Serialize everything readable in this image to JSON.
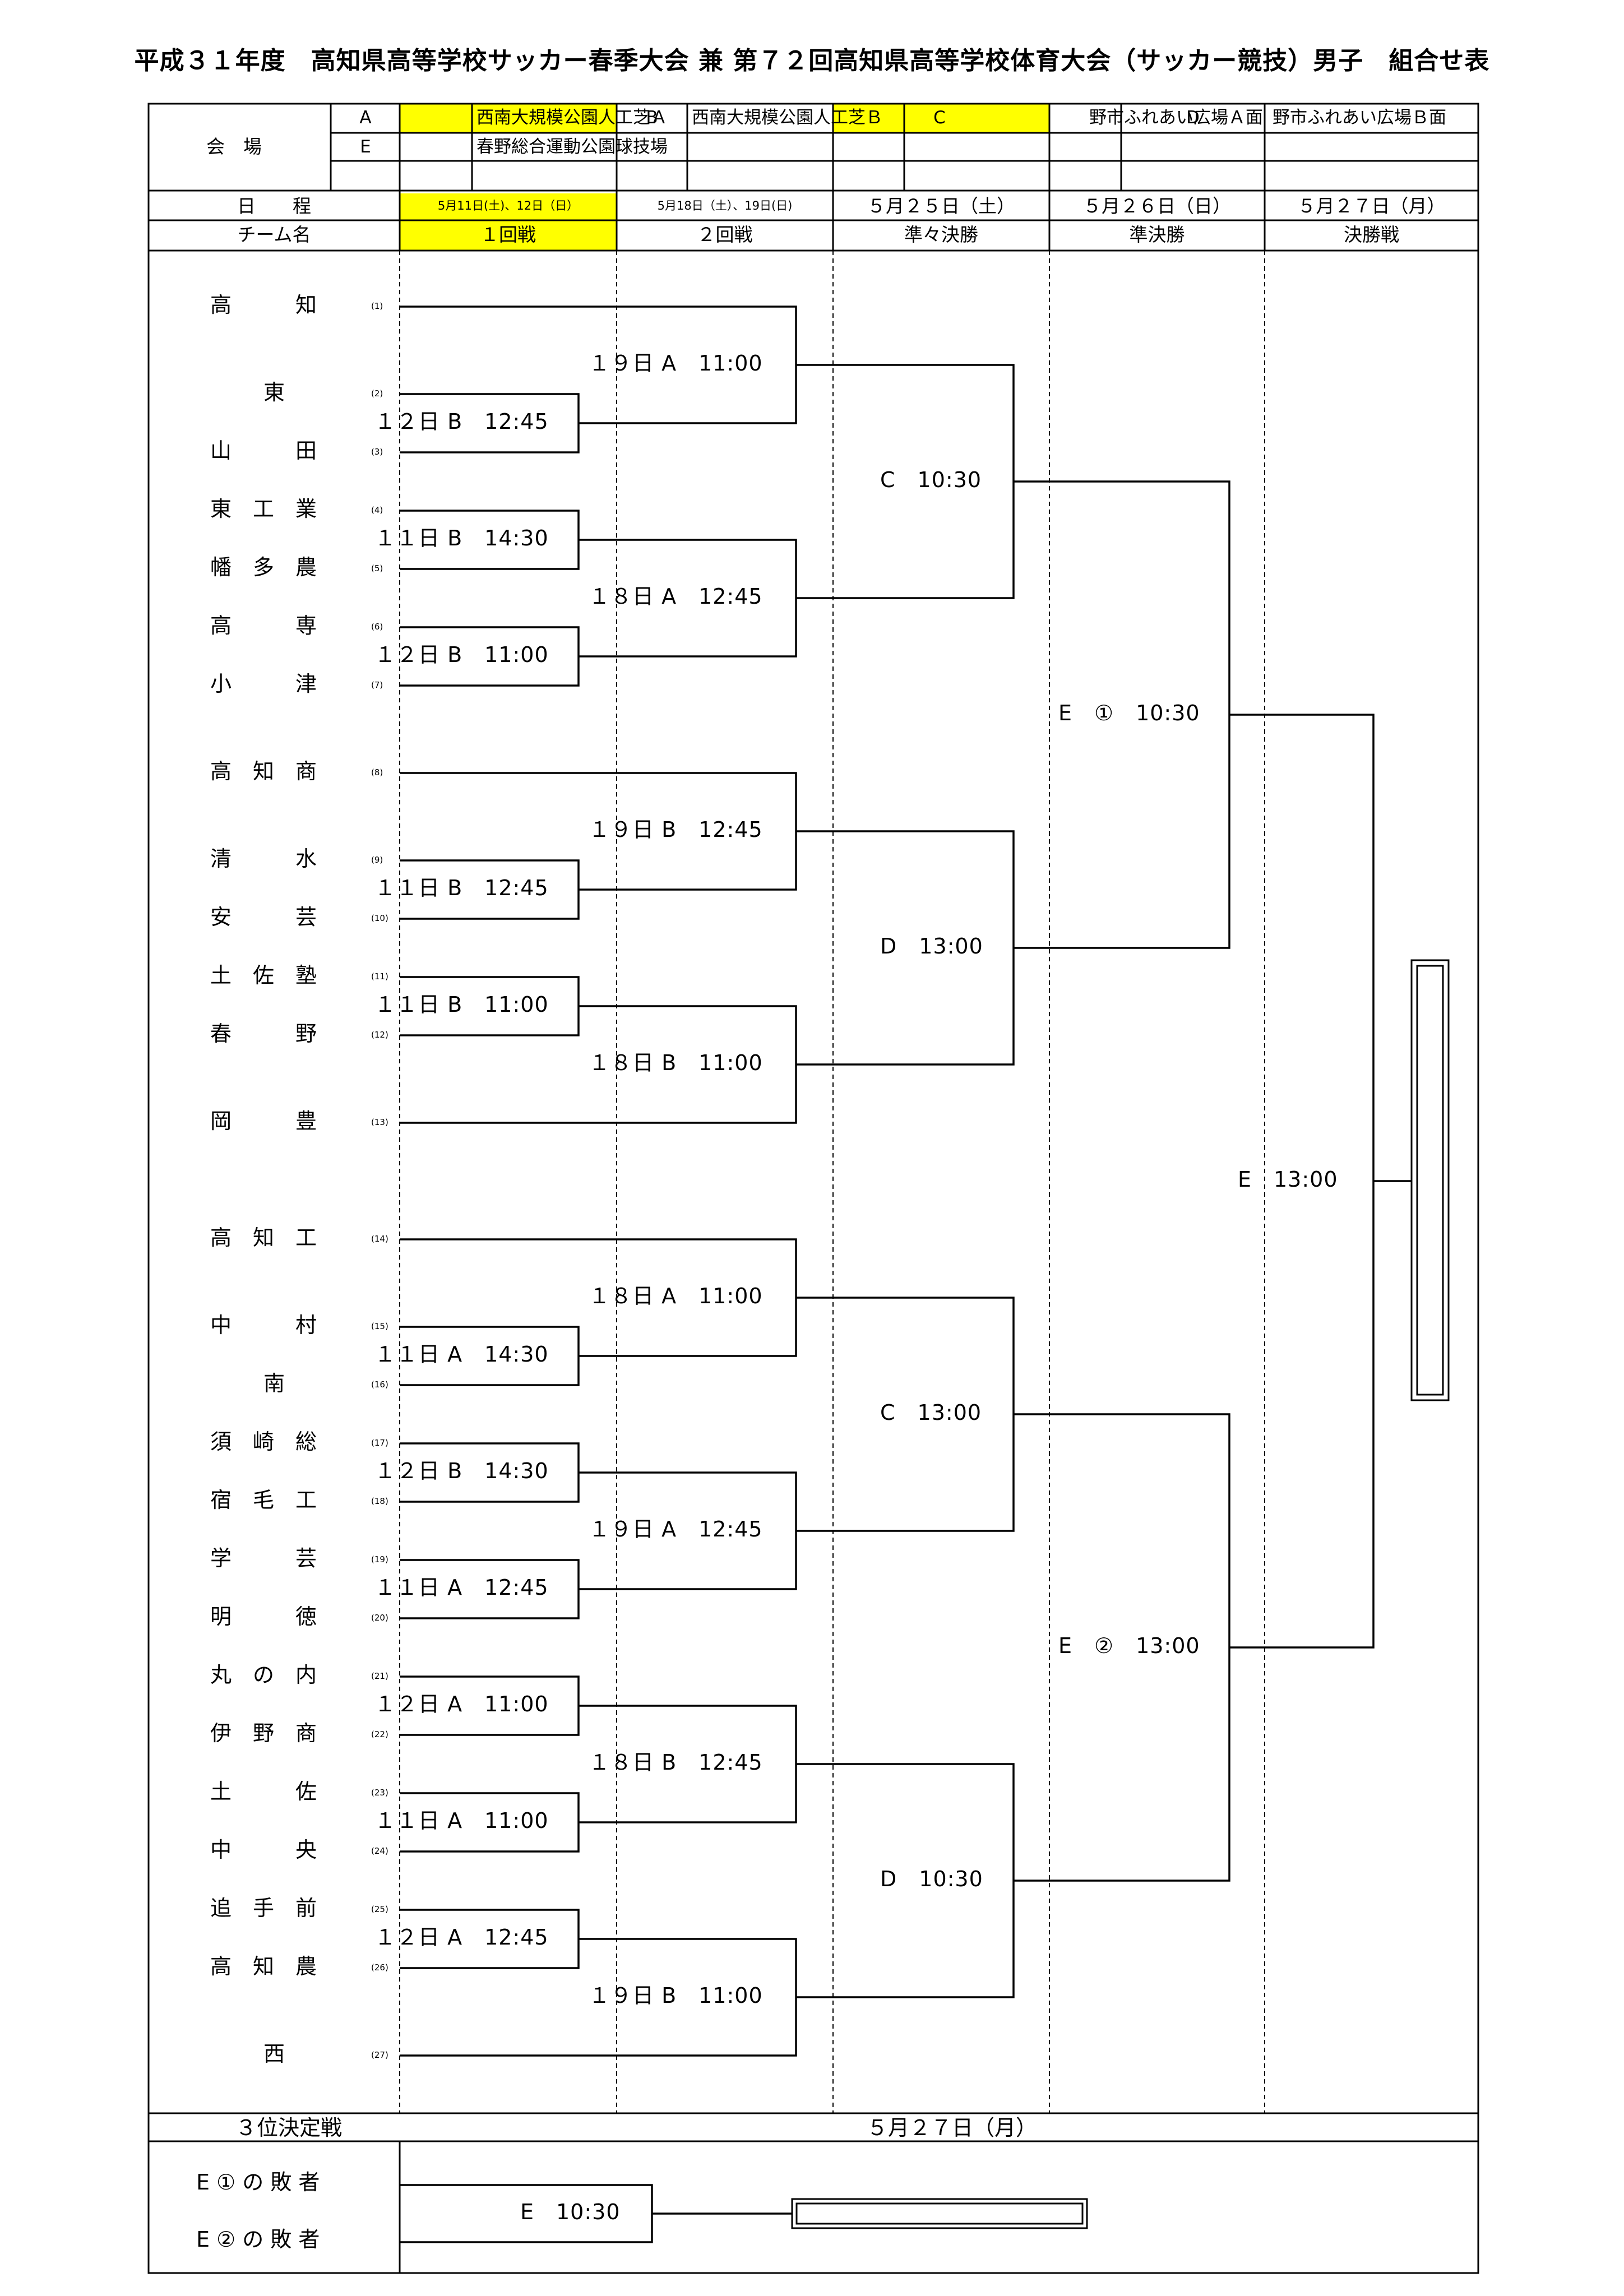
{
  "title": "平成３１年度　高知県高等学校サッカー春季大会 兼 第７２回高知県高等学校体育大会（サッカー競技）男子　組合せ表",
  "venue_label": "会　場",
  "venues": [
    {
      "code": "A",
      "name": "西南大規模公園人工芝Ａ"
    },
    {
      "code": "B",
      "name": "西南大規模公園人工芝Ｂ"
    },
    {
      "code": "C",
      "name": "野市ふれあい広場Ａ面"
    },
    {
      "code": "D",
      "name": "野市ふれあい広場Ｂ面"
    },
    {
      "code": "E",
      "name": "春野総合運動公園球技場"
    }
  ],
  "schedule_label": "日　　程",
  "team_label": "チーム名",
  "rounds": [
    {
      "date": "5月11日(土)、12日（日）",
      "name": "１回戦"
    },
    {
      "date": "5月18日（土）、19日(日)",
      "name": "２回戦"
    },
    {
      "date": "５月２５日（土）",
      "name": "準々決勝"
    },
    {
      "date": "５月２６日（日）",
      "name": "準決勝"
    },
    {
      "date": "５月２７日（月）",
      "name": "決勝戦"
    }
  ],
  "teams": [
    {
      "no": "(1)",
      "name": "高　　　知"
    },
    {
      "no": "(2)",
      "name": "東"
    },
    {
      "no": "(3)",
      "name": "山　　　田"
    },
    {
      "no": "(4)",
      "name": "東　工　業"
    },
    {
      "no": "(5)",
      "name": "幡　多　農"
    },
    {
      "no": "(6)",
      "name": "高　　　専"
    },
    {
      "no": "(7)",
      "name": "小　　　津"
    },
    {
      "no": "(8)",
      "name": "高　知　商"
    },
    {
      "no": "(9)",
      "name": "清　　　水"
    },
    {
      "no": "(10)",
      "name": "安　　　芸"
    },
    {
      "no": "(11)",
      "name": "土　佐　塾"
    },
    {
      "no": "(12)",
      "name": "春　　　野"
    },
    {
      "no": "(13)",
      "name": "岡　　　豊"
    },
    {
      "no": "(14)",
      "name": "高　知　工"
    },
    {
      "no": "(15)",
      "name": "中　　　村"
    },
    {
      "no": "(16)",
      "name": "南"
    },
    {
      "no": "(17)",
      "name": "須　崎　総"
    },
    {
      "no": "(18)",
      "name": "宿　毛　工"
    },
    {
      "no": "(19)",
      "name": "学　　　芸"
    },
    {
      "no": "(20)",
      "name": "明　　　徳"
    },
    {
      "no": "(21)",
      "name": "丸　の　内"
    },
    {
      "no": "(22)",
      "name": "伊　野　商"
    },
    {
      "no": "(23)",
      "name": "土　　　佐"
    },
    {
      "no": "(24)",
      "name": "中　　　央"
    },
    {
      "no": "(25)",
      "name": "追　手　前"
    },
    {
      "no": "(26)",
      "name": "高　知　農"
    },
    {
      "no": "(27)",
      "name": "西"
    }
  ],
  "matches": {
    "r1": [
      "１２日 B　12:45",
      "１１日 B　14:30",
      "１２日 B　11:00",
      "１１日 B　12:45",
      "１１日 B　11:00",
      "１１日 A　14:30",
      "１２日 B　14:30",
      "１１日 A　12:45",
      "１２日 A　11:00",
      "１１日 A　11:00",
      "１２日 A　12:45"
    ],
    "r2": [
      "１９日 A　11:00",
      "１８日 A　12:45",
      "１９日 B　12:45",
      "１８日 B　11:00",
      "１８日 A　11:00",
      "１９日 A　12:45",
      "１８日 B　12:45",
      "１９日 B　11:00"
    ],
    "qf": [
      "C　10:30",
      "D　13:00",
      "C　13:00",
      "D　10:30"
    ],
    "sf": [
      "E　①　10:30",
      "E　②　13:00"
    ],
    "final": "E　13:00"
  },
  "third_place": {
    "label": "３位決定戦",
    "date": "５月２７日（月）",
    "loser1": "E ① の 敗 者",
    "loser2": "E ② の 敗 者",
    "match": "E　10:30"
  },
  "colors": {
    "highlight": "#ffff00",
    "line": "#000000"
  }
}
